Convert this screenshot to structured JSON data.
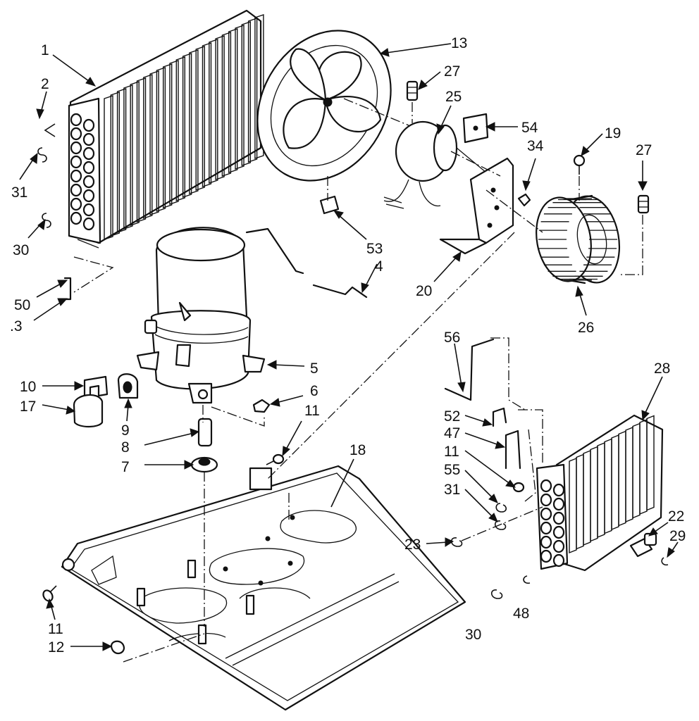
{
  "callouts": [
    {
      "id": "c1",
      "label": "1"
    },
    {
      "id": "c2",
      "label": "2"
    },
    {
      "id": "c31a",
      "label": "31"
    },
    {
      "id": "c30a",
      "label": "30"
    },
    {
      "id": "c50",
      "label": "50"
    },
    {
      "id": "c3",
      "label": ".3"
    },
    {
      "id": "c13",
      "label": "13"
    },
    {
      "id": "c27a",
      "label": "27"
    },
    {
      "id": "c25",
      "label": "25"
    },
    {
      "id": "c54",
      "label": "54"
    },
    {
      "id": "c19",
      "label": "19"
    },
    {
      "id": "c34",
      "label": "34"
    },
    {
      "id": "c27b",
      "label": "27"
    },
    {
      "id": "c53",
      "label": "53"
    },
    {
      "id": "c4",
      "label": "4"
    },
    {
      "id": "c20",
      "label": "20"
    },
    {
      "id": "c26",
      "label": "26"
    },
    {
      "id": "c5",
      "label": "5"
    },
    {
      "id": "c6",
      "label": "6"
    },
    {
      "id": "c10",
      "label": "10"
    },
    {
      "id": "c17",
      "label": "17"
    },
    {
      "id": "c9",
      "label": "9"
    },
    {
      "id": "c8",
      "label": "8"
    },
    {
      "id": "c7",
      "label": "7"
    },
    {
      "id": "c11a",
      "label": "11"
    },
    {
      "id": "c18",
      "label": "18"
    },
    {
      "id": "c56",
      "label": "56"
    },
    {
      "id": "c52",
      "label": "52"
    },
    {
      "id": "c47",
      "label": "47"
    },
    {
      "id": "c11b",
      "label": "11"
    },
    {
      "id": "c55",
      "label": "55"
    },
    {
      "id": "c31b",
      "label": "31"
    },
    {
      "id": "c28",
      "label": "28"
    },
    {
      "id": "c22",
      "label": "22"
    },
    {
      "id": "c29",
      "label": "29"
    },
    {
      "id": "c23",
      "label": "23"
    },
    {
      "id": "c11c",
      "label": "11"
    },
    {
      "id": "c12",
      "label": "12"
    },
    {
      "id": "c30b",
      "label": "30"
    },
    {
      "id": "c48",
      "label": "48"
    }
  ]
}
